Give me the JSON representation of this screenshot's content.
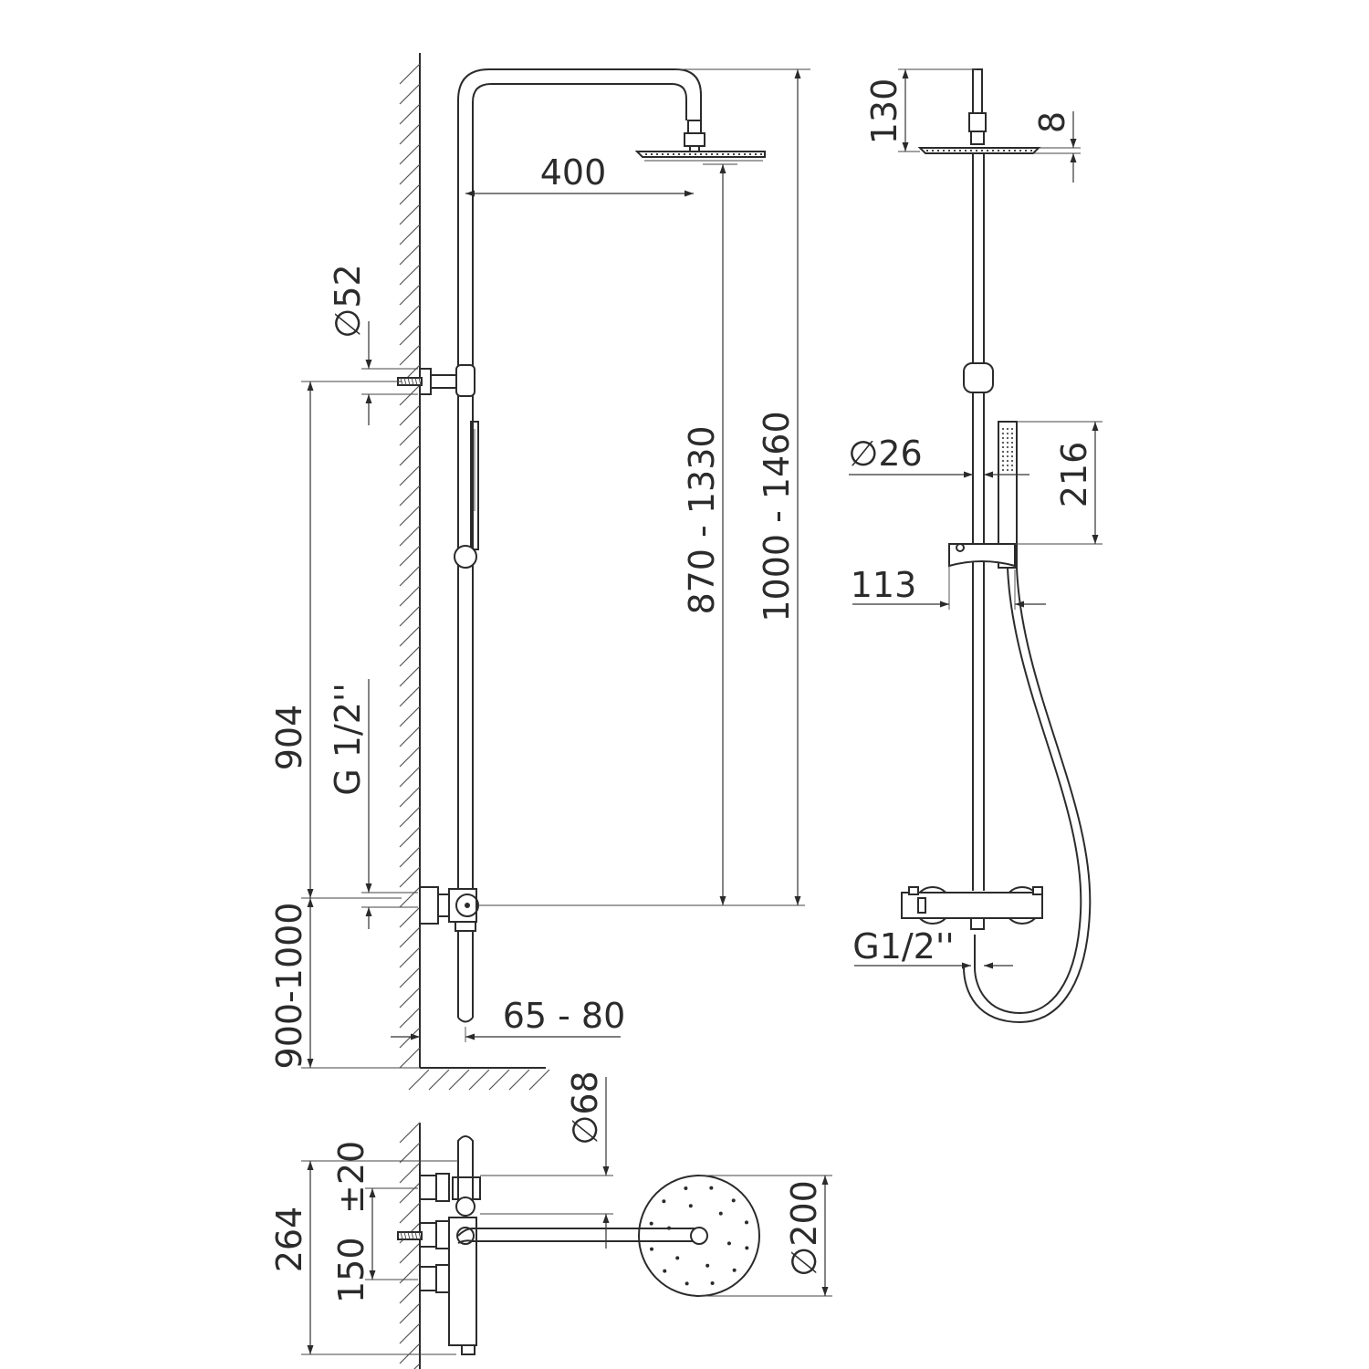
{
  "colors": {
    "line": "#2b2b2b",
    "background": "#ffffff"
  },
  "labels": {
    "head_offset": "400",
    "wall_flange_dia": "∅52",
    "thread_side": "G 1/2''",
    "mount_spacing": "904",
    "mixer_height": "900-1000",
    "wall_distance": "65 - 80",
    "head_height_range": "870 - 1330",
    "total_height_range": "1000 - 1460",
    "arm_drop": "130",
    "head_thickness": "8",
    "rail_dia": "∅26",
    "hand_shower_length": "216",
    "holder_width": "113",
    "thread_front": "G1/2''",
    "flange_dia": "∅68",
    "overall_depth": "264",
    "inlet_spacing": "150",
    "inlet_tolerance": "±20",
    "head_dia": "∅200"
  }
}
